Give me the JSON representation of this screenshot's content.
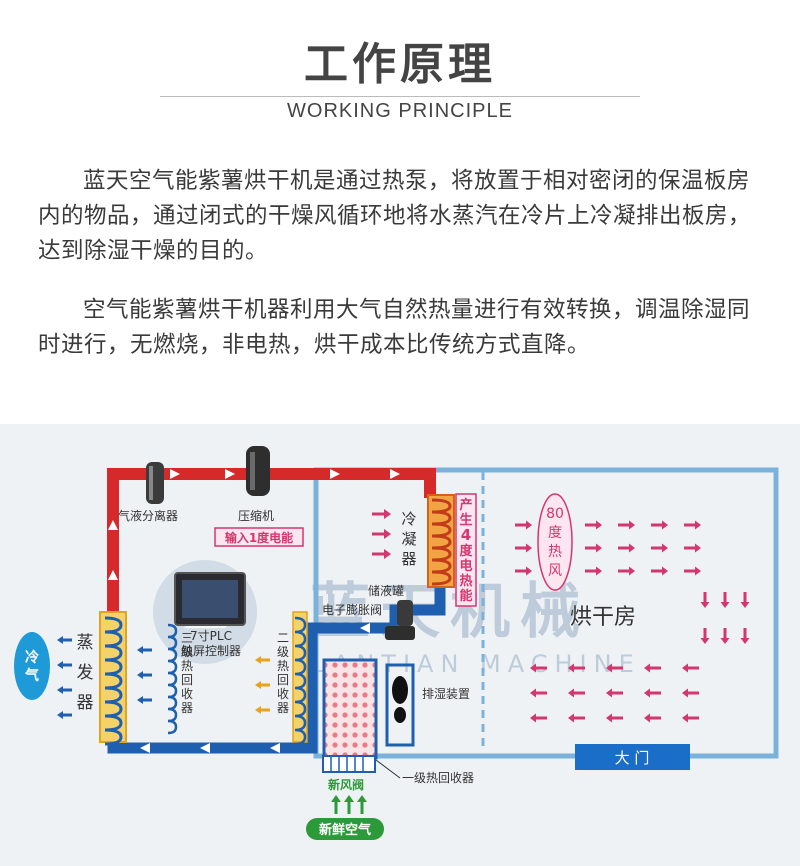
{
  "header": {
    "title": "工作原理",
    "subtitle": "WORKING PRINCIPLE"
  },
  "intro": {
    "paragraph1": "蓝天空气能紫薯烘干机是通过热泵，将放置于相对密闭的保温板房内的物品，通过闭式的干燥风循环地将水蒸汽在冷片上冷凝排出板房，达到除湿干燥的目的。",
    "paragraph2": "空气能紫薯烘干机器利用大气自然热量进行有效转换，调温除湿同时进行，无燃烧，非电热，烘干成本比传统方式直降。"
  },
  "diagram": {
    "labels": {
      "gas_liquid_separator": "气液分离器",
      "compressor": "压缩机",
      "power_input": "输入1度电能",
      "condenser": "冷凝器",
      "heat_output": "产生4度电热能",
      "temperature": "80度热风",
      "drying_room": "烘干房",
      "evaporator": "蒸发器",
      "cold_air": "冷气",
      "tertiary_heat_recovery": "三级热回收器",
      "secondary_heat_recovery": "二级热回收器",
      "plc": "7寸PLC触屏控制器",
      "receiver": "储液罐",
      "expansion_valve": "电子膨胀阀",
      "dehumidifier": "排湿装置",
      "primary_heat_recovery": "一级热回收器",
      "fresh_air_valve": "新风阀",
      "fresh_air": "新鲜空气",
      "main_door": "大 门"
    },
    "watermark": {
      "cn": "蓝天机械",
      "en": "LANTIAN MACHINE"
    },
    "colors": {
      "hot_pipe": "#d62a2a",
      "cold_pipe": "#1f5fb0",
      "room_border": "#7ab2dc",
      "arrow_pink": "#d4366e",
      "coil_orange": "#e07a20",
      "green": "#2d9a3a"
    }
  }
}
